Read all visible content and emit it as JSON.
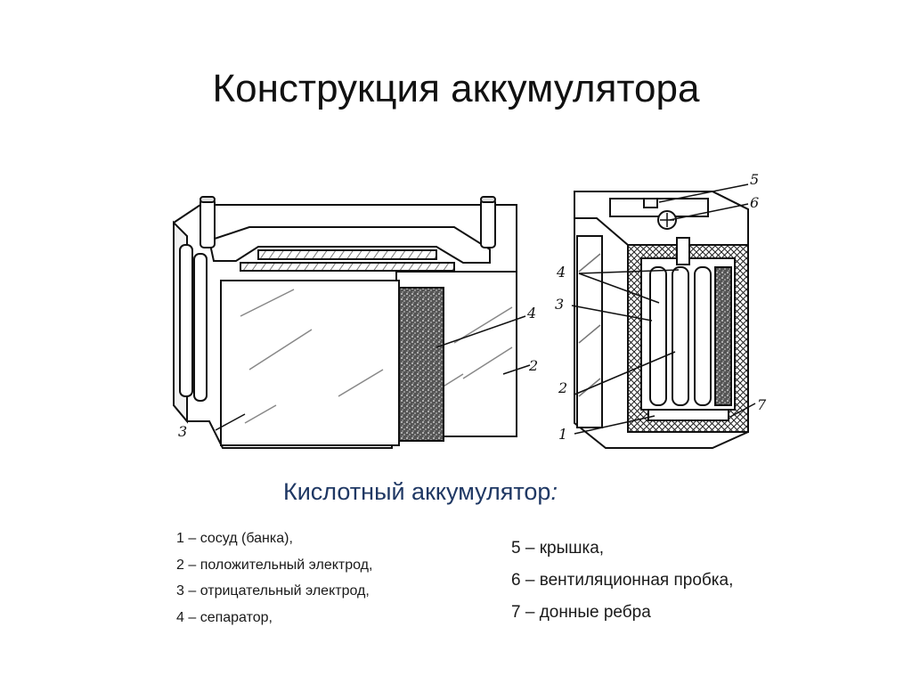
{
  "slide": {
    "title": "Конструкция аккумулятора",
    "subtitle": "Кислотный аккумулятор",
    "subtitle_colon": ":",
    "subtitle_color": "#1f3864"
  },
  "diagram": {
    "left_view": {
      "callouts": [
        "4",
        "2",
        "3"
      ]
    },
    "right_view": {
      "callouts": [
        "5",
        "6",
        "4",
        "3",
        "2",
        "1",
        "7"
      ]
    }
  },
  "legend": {
    "left": [
      "1 – сосуд (банка),",
      "2 – положительный электрод,",
      "3 – отрицательный электрод,",
      "4 – сепаратор,"
    ],
    "right": [
      "5 – крышка,",
      "6 – вентиляционная пробка,",
      "7 – донные ребра"
    ]
  }
}
